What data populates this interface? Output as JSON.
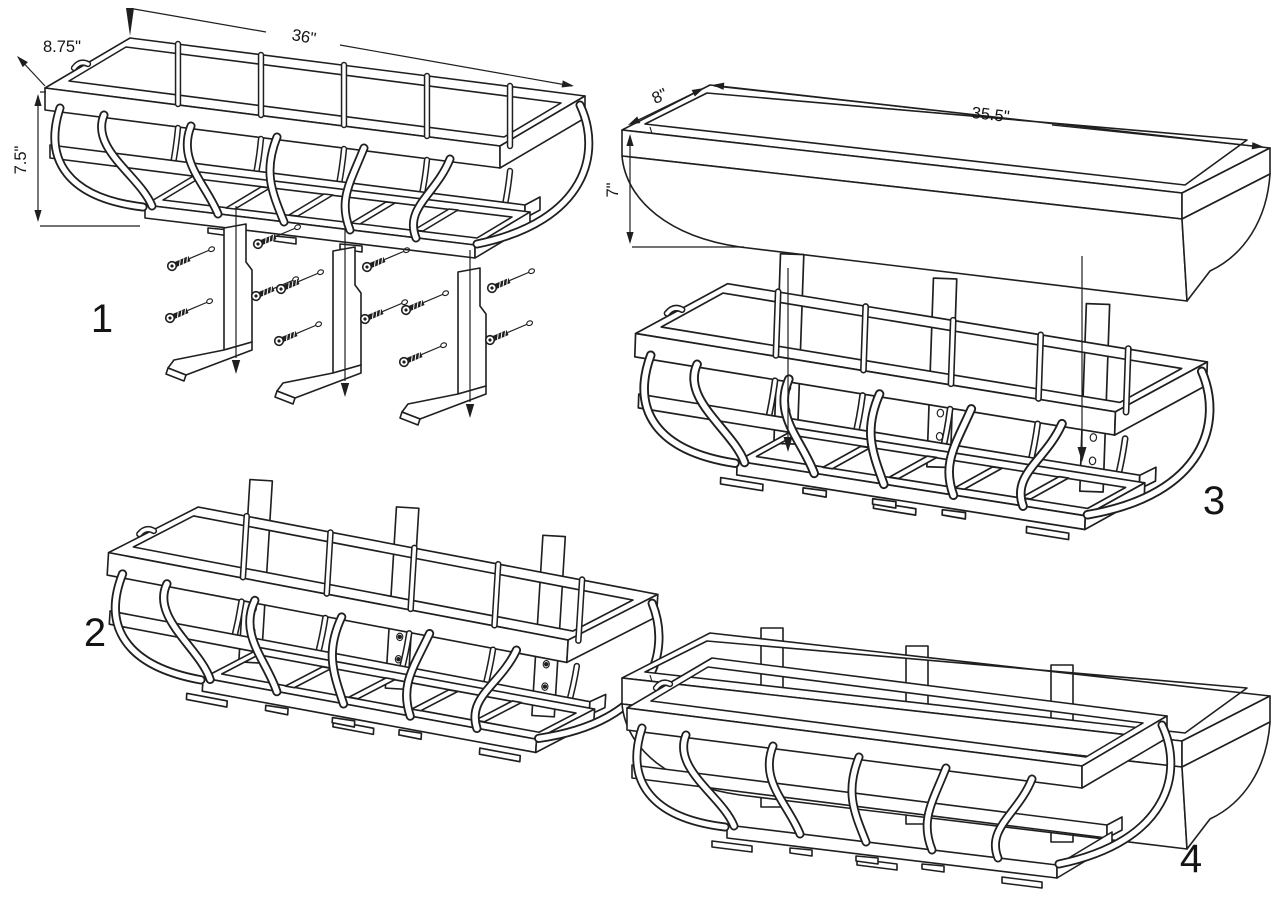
{
  "canvas": {
    "background": "#ffffff",
    "line_color": "#1f1f1f"
  },
  "steps": [
    {
      "label": "1"
    },
    {
      "label": "2"
    },
    {
      "label": "3"
    },
    {
      "label": "4"
    }
  ],
  "dimensions": {
    "cage": {
      "depth": "8.75\"",
      "length": "36\"",
      "height": "7.5\""
    },
    "liner": {
      "depth": "8\"",
      "length": "35.5\"",
      "height": "7\""
    }
  }
}
